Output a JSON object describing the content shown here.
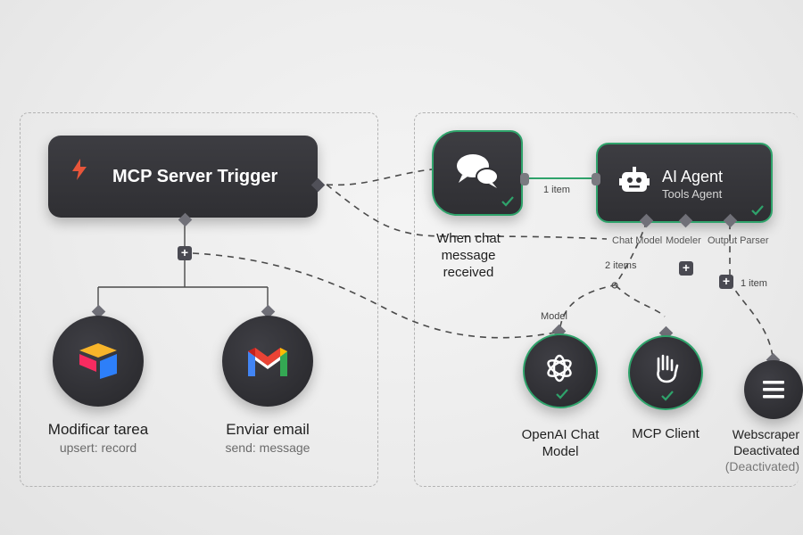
{
  "left_group": {
    "trigger": {
      "title": "MCP Server Trigger"
    },
    "tools": [
      {
        "title": "Modificar tarea",
        "subtitle": "upsert: record"
      },
      {
        "title": "Enviar email",
        "subtitle": "send: message"
      }
    ]
  },
  "right_group": {
    "chat_trigger": {
      "title_line1": "When chat",
      "title_line2": "message",
      "title_line3": "received"
    },
    "agent": {
      "title": "AI Agent",
      "subtitle": "Tools Agent",
      "ports": {
        "chat_model": "Chat Model",
        "memory": "Modeler",
        "output_parser": "Output Parser"
      }
    },
    "edges": {
      "chat_to_agent": "1 item",
      "tools_items": "2 items",
      "parser_items": "1 item",
      "model_label": "Model"
    },
    "sub_nodes": [
      {
        "title_line1": "OpenAI Chat",
        "title_line2": "Model"
      },
      {
        "title_line1": "MCP Client"
      },
      {
        "title_line1": "Webscraper",
        "title_line2": "Deactivated",
        "status": "(Deactivated)"
      }
    ]
  },
  "colors": {
    "node_bg": "#323236",
    "success_green": "#2fa36b",
    "trigger_orange": "#e8553a",
    "canvas_bg": "#ececec"
  },
  "icons": {
    "trigger": "lightning-icon",
    "chat": "chat-bubbles-icon",
    "agent": "robot-icon",
    "airtable": "airtable-logo",
    "gmail": "gmail-logo",
    "openai": "openai-logo",
    "mcp": "mcp-hand-icon",
    "webscraper": "menu-lines-icon",
    "check": "check-icon",
    "add": "plus-icon"
  }
}
